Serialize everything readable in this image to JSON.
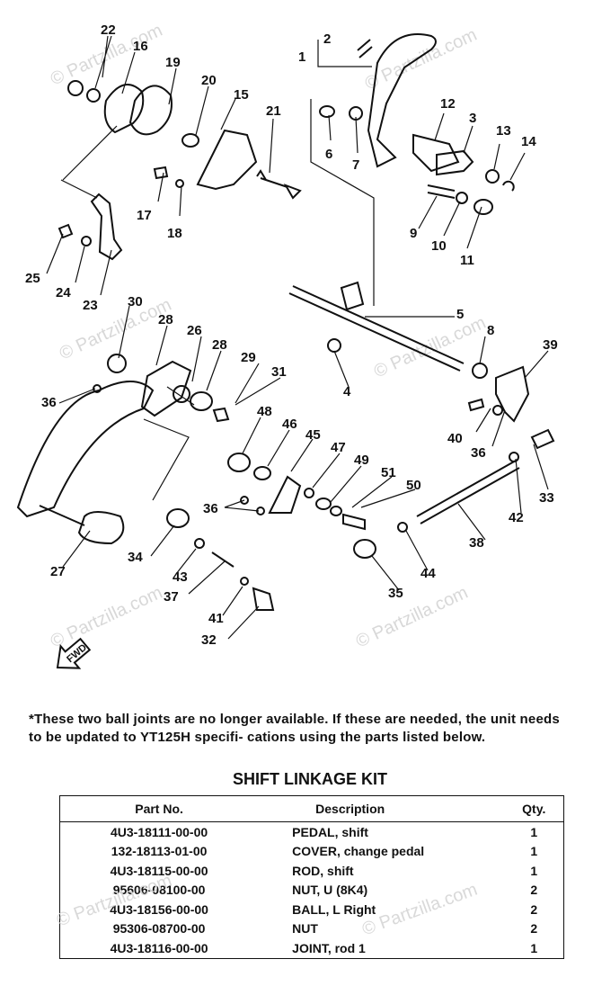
{
  "callouts": [
    "1",
    "2",
    "3",
    "4",
    "5",
    "6",
    "7",
    "8",
    "9",
    "10",
    "11",
    "12",
    "13",
    "14",
    "15",
    "16",
    "17",
    "18",
    "19",
    "20",
    "21",
    "22",
    "23",
    "24",
    "25",
    "26",
    "27",
    "28",
    "28",
    "29",
    "30",
    "31",
    "32",
    "33",
    "34",
    "35",
    "36",
    "36",
    "36",
    "37",
    "38",
    "39",
    "40",
    "41",
    "42",
    "43",
    "44",
    "45",
    "46",
    "47",
    "48",
    "49",
    "50",
    "51"
  ],
  "watermark": "© Partzilla.com",
  "front_arrow": "FWD",
  "note": "*These two ball joints are no longer available. If these are needed, the unit needs to be updated to YT125H specifi- cations using the parts listed below.",
  "kit": {
    "title": "SHIFT LINKAGE KIT",
    "headers": [
      "Part No.",
      "Description",
      "Qty."
    ],
    "rows": [
      [
        "4U3-18111-00-00",
        "PEDAL, shift",
        "1"
      ],
      [
        "132-18113-01-00",
        "COVER, change pedal",
        "1"
      ],
      [
        "4U3-18115-00-00",
        "ROD, shift",
        "1"
      ],
      [
        "95606-08100-00",
        "NUT, U (8K4)",
        "2"
      ],
      [
        "4U3-18156-00-00",
        "BALL, L Right",
        "2"
      ],
      [
        "95306-08700-00",
        "NUT",
        "2"
      ],
      [
        "4U3-18116-00-00",
        "JOINT, rod 1",
        "1"
      ]
    ]
  }
}
